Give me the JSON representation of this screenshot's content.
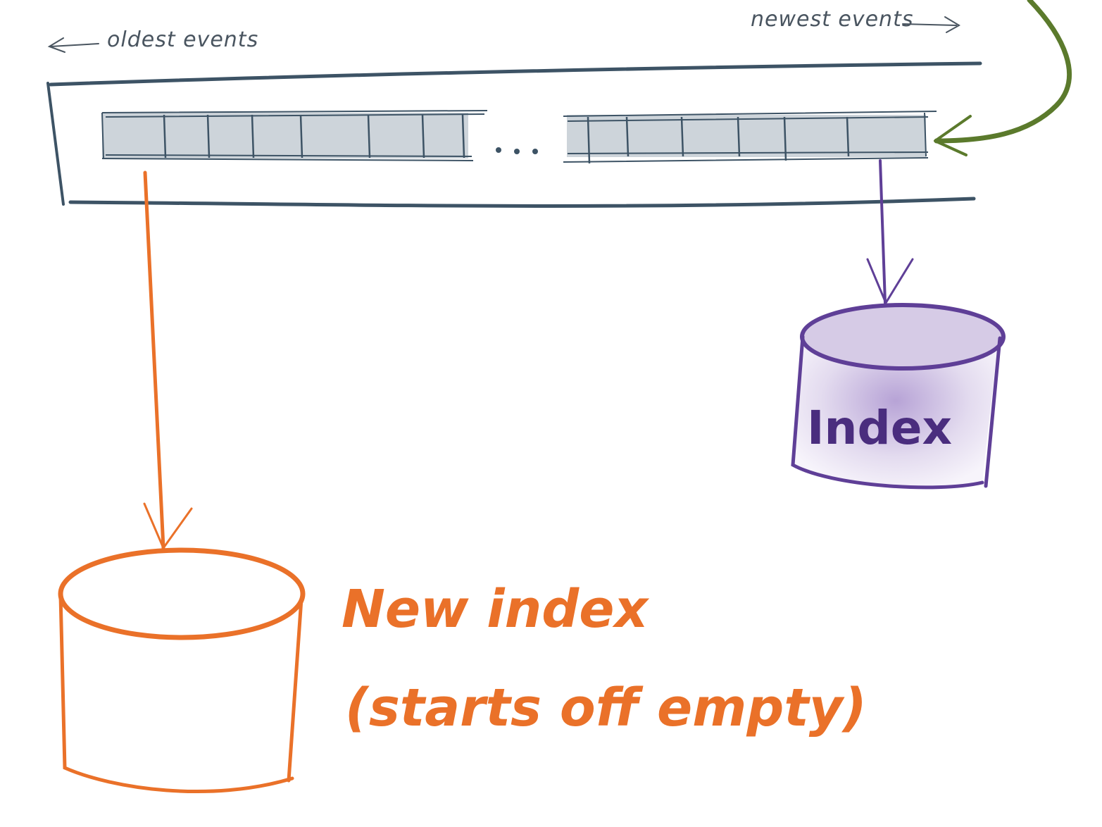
{
  "labels": {
    "oldest": "oldest events",
    "newest": "newest events",
    "existing_index": "Index",
    "new_index_line1": "New index",
    "new_index_line2": "(starts off empty)"
  },
  "colors": {
    "log": "#3d5365",
    "cell_fill": "#c4ccd4",
    "incoming": "#5b7a2c",
    "index": "#5f3f97",
    "index_fill": "#e6def0",
    "new_index": "#ea7129",
    "muted_text": "#4a5560"
  }
}
